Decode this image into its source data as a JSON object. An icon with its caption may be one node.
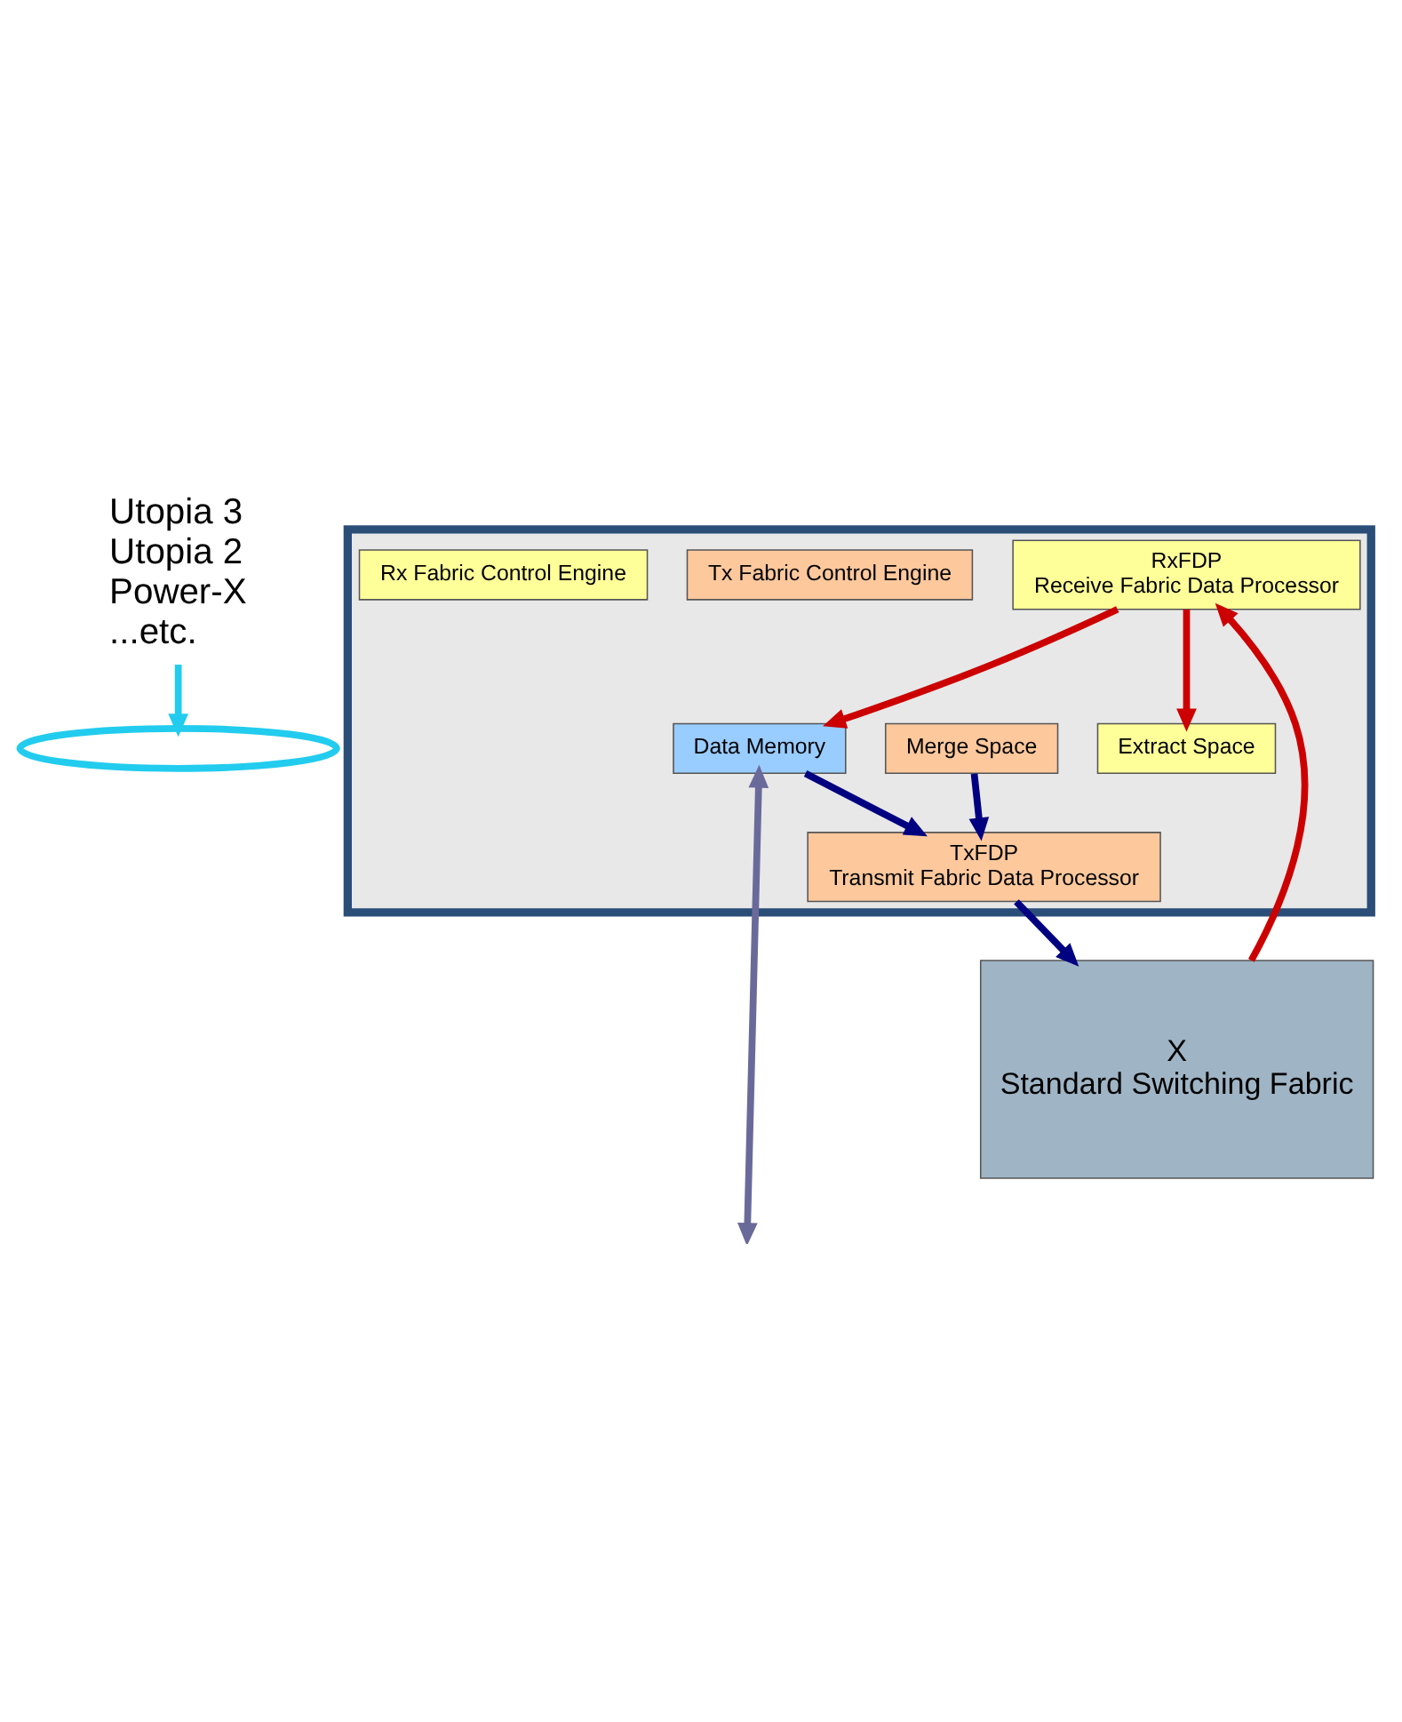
{
  "diagram": {
    "nodes": [
      {
        "text": [
          "Utopia 3",
          "Utopia 2",
          "Power-X",
          "...etc."
        ]
      },
      {
        "text": [
          "X",
          "Standard Switching Fabric"
        ]
      },
      {
        "text": [],
        "shape": "ellipse"
      },
      {
        "text": [],
        "shape": "box"
      },
      {
        "text": [
          "TxFDP",
          "Transmit Fabric Data Processor"
        ],
        "in": 3
      },
      {
        "text": [
          "RxFDP",
          "Receive Fabric Data Processor"
        ],
        "in": 3
      },
      {
        "text": [
          "Merge Space"
        ],
        "in": 3
      },
      {
        "text": [
          "Extract Space"
        ],
        "in": 3
      },
      {
        "text": [
          "Tx Fabric Control Engine"
        ],
        "in": 3
      },
      {
        "text": [
          "Rx Fabric Control Engine"
        ],
        "in": 3
      },
      {
        "text": [
          "Data Memory"
        ],
        "in": 3
      }
    ],
    "edges": [
      {
        "from": 0,
        "to": 2,
        "arrow": "to",
        "color": "#22ccee"
      },
      {
        "from": 4,
        "to": 1,
        "arrow": "to",
        "color": "#000080"
      },
      {
        "from": 1,
        "to": 5,
        "arrow": "to",
        "color": "#cc0000"
      },
      {
        "from": 6,
        "to": 4,
        "arrow": "to",
        "color": "#000080"
      },
      {
        "from": 10,
        "to": 4,
        "arrow": "to",
        "color": "#000080"
      },
      {
        "from": 5,
        "to": 7,
        "arrow": "to",
        "color": "#cc0000"
      },
      {
        "from": 5,
        "to": 10,
        "arrow": "to",
        "color": "#cc0000"
      },
      {
        "from": 10,
        "to": null,
        "arrow": "both",
        "color": "#6a6a9a"
      }
    ]
  }
}
